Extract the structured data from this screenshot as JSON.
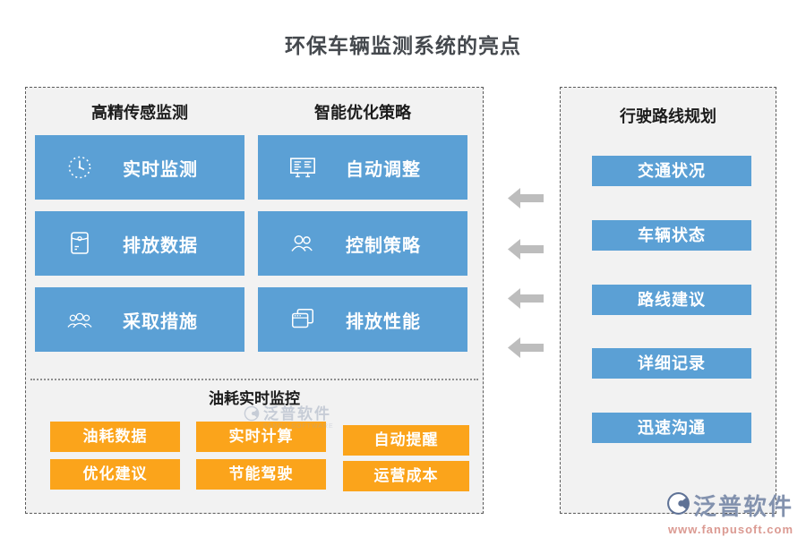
{
  "title": "环保车辆监测系统的亮点",
  "left_panel": {
    "columns": [
      {
        "header": "高精传感监测",
        "items": [
          {
            "icon": "clock-icon",
            "label": "实时监测"
          },
          {
            "icon": "envelope-icon",
            "label": "排放数据"
          },
          {
            "icon": "people-group-icon",
            "label": "采取措施"
          }
        ]
      },
      {
        "header": "智能优化策略",
        "items": [
          {
            "icon": "signboard-icon",
            "label": "自动调整"
          },
          {
            "icon": "two-people-icon",
            "label": "控制策略"
          },
          {
            "icon": "stacked-windows-icon",
            "label": "排放性能"
          }
        ]
      }
    ],
    "fuel_section": {
      "header": "油耗实时监控",
      "buttons": [
        "油耗数据",
        "实时计算",
        "自动提醒",
        "优化建议",
        "节能驾驶",
        "运营成本"
      ]
    }
  },
  "right_panel": {
    "header": "行驶路线规划",
    "buttons": [
      "交通状况",
      "车辆状态",
      "路线建议",
      "详细记录",
      "迅速沟通"
    ]
  },
  "watermark": {
    "brand": "泛普软件",
    "brand_en": "FANPU SOFTWARE",
    "url": "www.fanpusoft.com"
  },
  "colors": {
    "tile_blue": "#5BA0D5",
    "button_orange": "#FBA41B",
    "arrow_gray": "#BDBDBD",
    "panel_bg": "#F2F2F2",
    "title_text": "#45494E",
    "brand_text": "#8392AE",
    "url_text": "#DB9A92"
  }
}
